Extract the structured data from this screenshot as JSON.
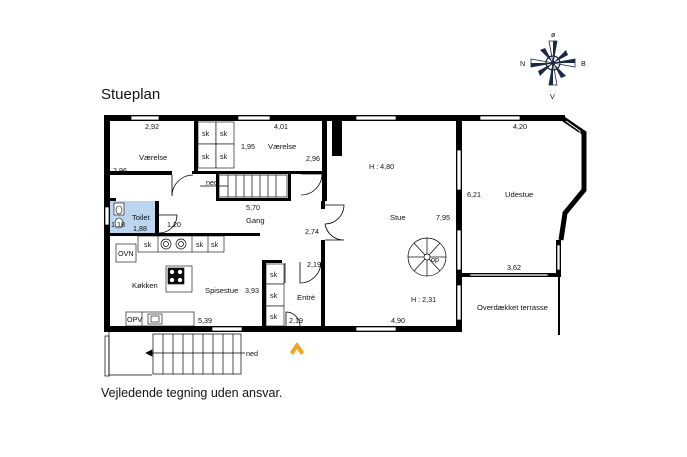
{
  "title": "Stueplan",
  "disclaimer": "Vejledende tegning uden ansvar.",
  "compass": {
    "n": "N",
    "o": "ø",
    "s": "V",
    "e": "B"
  },
  "rooms": {
    "vaerelse1": {
      "name": "Værelse",
      "dim_top": "2,92",
      "dim_side": "2,96"
    },
    "vaerelse2": {
      "name": "Værelse",
      "dim_top": "4,01",
      "dim_left": "1,95",
      "dim_right": "2,96"
    },
    "toilet": {
      "name": "Toilet",
      "dim_a": "1,18",
      "dim_b": "1,88",
      "dim_c": "1,20"
    },
    "gang": {
      "name": "Gang",
      "dim_top": "5,70",
      "dim_side": "2,74"
    },
    "koekken": {
      "name": "Køkken"
    },
    "spisestue": {
      "name": "Spisestue",
      "dim_side": "3,93",
      "dim_bottom": "5,39"
    },
    "entre": {
      "name": "Entré",
      "dim_top": "2,19",
      "dim_bottom": "2,19"
    },
    "stue": {
      "name": "Stue",
      "height_top": "H : 4,80",
      "height_bottom": "H : 2,31",
      "dim_side": "7,95",
      "dim_bottom": "4,90"
    },
    "udestue": {
      "name": "Udestue",
      "dim_top": "4,20",
      "dim_side": "6,21",
      "dim_bottom": "3,62"
    },
    "terrasse": {
      "name": "Overdækket terrasse"
    }
  },
  "labels": {
    "sk": "sk",
    "ovn": "OVN",
    "opv": "OPV",
    "ned": "ned",
    "op": "op"
  }
}
